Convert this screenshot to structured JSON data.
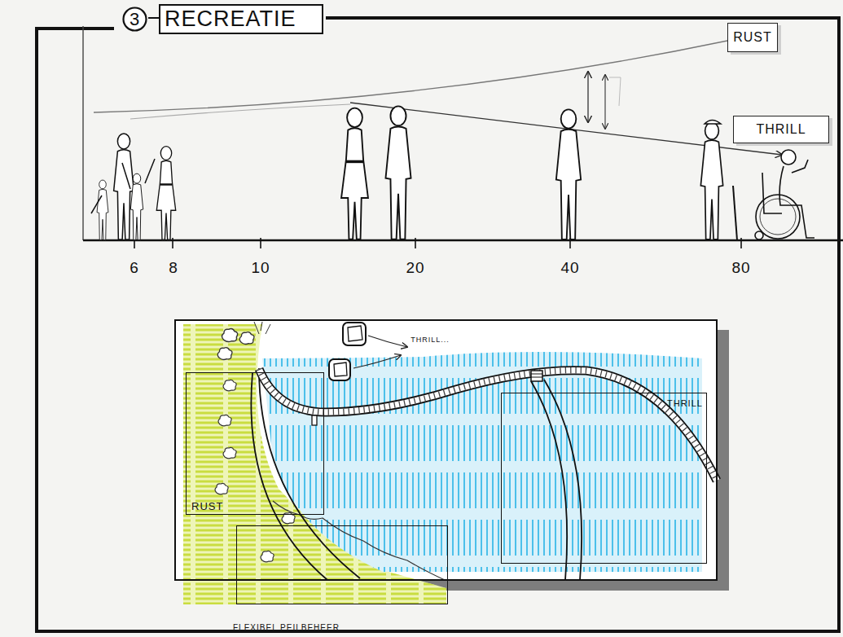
{
  "diagram": {
    "title": "RECREATIE",
    "nodes": [
      {
        "text": [
          "3"
        ]
      },
      {
        "text": [
          "RUST"
        ]
      },
      {
        "text": [
          "THRILL"
        ]
      },
      {
        "text": [
          "RUST"
        ]
      },
      {
        "text": [
          "THRILL"
        ]
      },
      {
        "text": [
          "FLEXIBEL PEILBEHEER"
        ]
      }
    ],
    "labels": [
      "6",
      "8",
      "10",
      "20",
      "40",
      "80",
      "THRILL..."
    ]
  }
}
